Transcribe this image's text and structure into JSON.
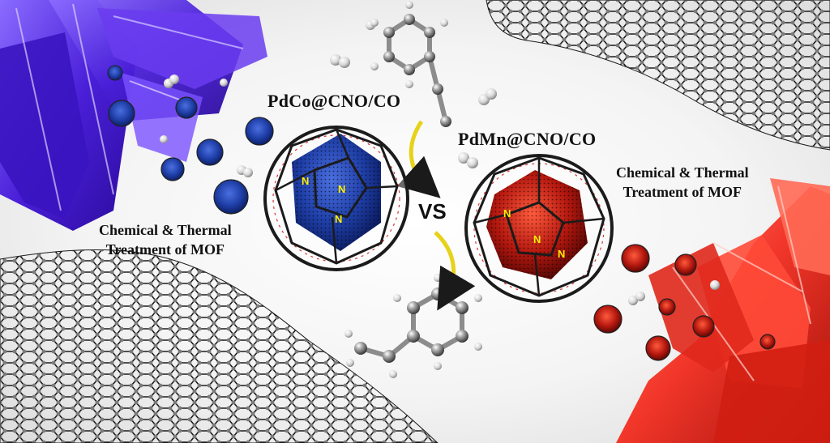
{
  "labels": {
    "pdco": "PdCo@CNO/CO",
    "pdmn": "PdMn@CNO/CO",
    "vs": "VS",
    "left_treatment_line1": "Chemical & Thermal",
    "left_treatment_line2": "Treatment of MOF",
    "right_treatment_line1": "Chemical & Thermal",
    "right_treatment_line2": "Treatment of MOF",
    "nitrogen": "N"
  },
  "colors": {
    "blue_crystal": "#5b2be0",
    "blue_core": "#1f3fa8",
    "red_crystal": "#f2362a",
    "red_core": "#b5180f",
    "graphene": "#1c1c1c",
    "atom": "#8c8c8c",
    "arrow": "#e7d21a",
    "nitrogen_label": "#ffee00"
  }
}
